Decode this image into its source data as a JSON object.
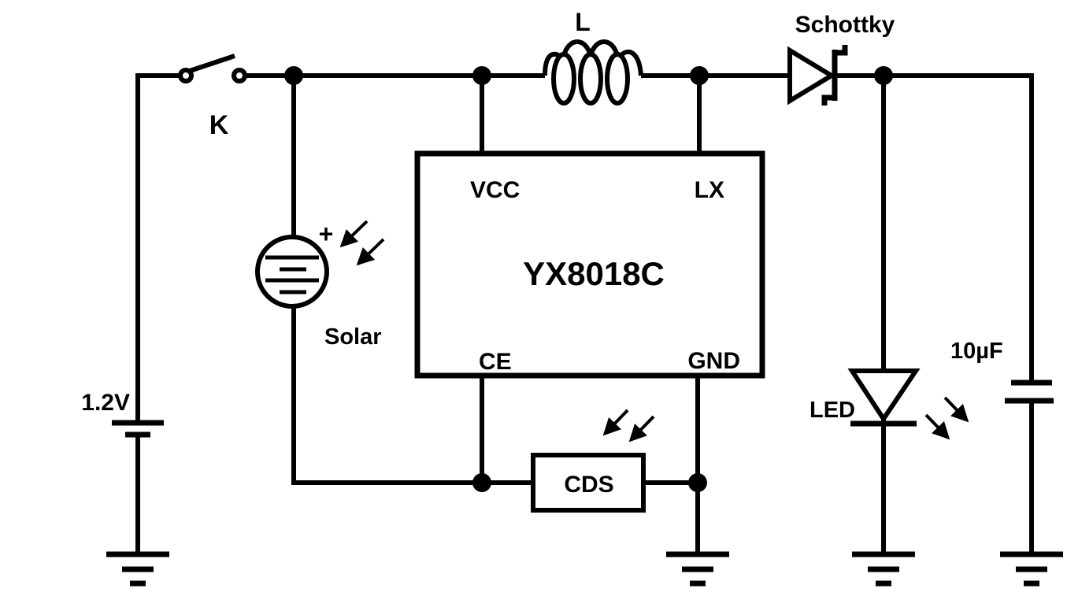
{
  "canvas": {
    "background": "#ffffff",
    "ink": "#000000"
  },
  "components": {
    "battery": {
      "label": "1.2V"
    },
    "switch": {
      "label": "K",
      "state": "open"
    },
    "solar_cell": {
      "label": "Solar",
      "polarity_mark": "+"
    },
    "inductor": {
      "label": "L"
    },
    "schottky_diode": {
      "label": "Schottky"
    },
    "ic": {
      "part_number": "YX8018C",
      "pins": {
        "vcc": "VCC",
        "lx": "LX",
        "ce": "CE",
        "gnd": "GND"
      }
    },
    "photoresistor": {
      "label": "CDS"
    },
    "led": {
      "label": "LED"
    },
    "capacitor": {
      "label": "10µF"
    }
  }
}
